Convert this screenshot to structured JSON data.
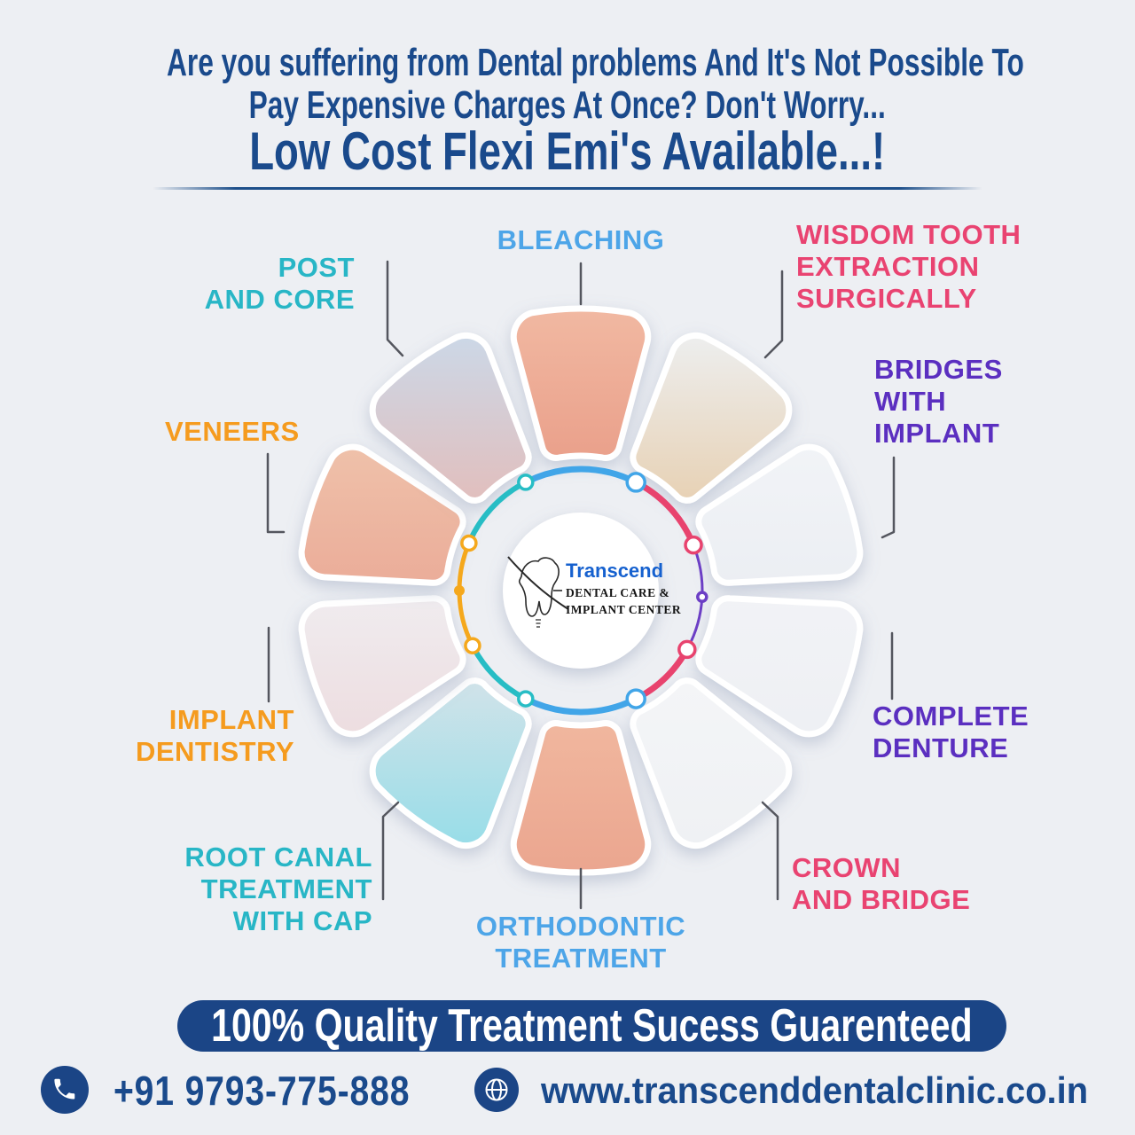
{
  "header": {
    "line1": "Are you suffering from Dental problems And It's Not Possible To",
    "line2": "Pay Expensive Charges At Once? Don't Worry...",
    "headline": "Low Cost Flexi Emi's Available...!",
    "text_color": "#1a4a8c"
  },
  "logo": {
    "name": "Transcend",
    "sub1": "DENTAL CARE &",
    "sub2": "IMPLANT CENTER",
    "name_color": "#1661cf",
    "sub_color": "#141414"
  },
  "services": [
    {
      "id": "bleaching",
      "label": "BLEACHING",
      "color": "#4da5e8"
    },
    {
      "id": "wisdom-extraction",
      "label": "WISDOM TOOTH\nEXTRACTION\nSURGICALLY",
      "color": "#e94371"
    },
    {
      "id": "bridges-implant",
      "label": "BRIDGES\nWITH\nIMPLANT",
      "color": "#5b2fc0"
    },
    {
      "id": "complete-denture",
      "label": "COMPLETE\nDENTURE",
      "color": "#5b2fc0"
    },
    {
      "id": "crown-bridge",
      "label": "CROWN\nAND BRIDGE",
      "color": "#e94371"
    },
    {
      "id": "orthodontic",
      "label": "ORTHODONTIC\nTREATMENT",
      "color": "#4da5e8"
    },
    {
      "id": "root-canal",
      "label": "ROOT CANAL\nTREATMENT\nWITH CAP",
      "color": "#28b6c6"
    },
    {
      "id": "implant-dentistry",
      "label": "IMPLANT\nDENTISTRY",
      "color": "#f59b1e"
    },
    {
      "id": "veneers",
      "label": "VENEERS",
      "color": "#f59b1e"
    },
    {
      "id": "post-core",
      "label": "POST\nAND CORE",
      "color": "#28b6c6"
    }
  ],
  "ring_palette": {
    "blue": "#41a5e8",
    "pink": "#e8436e",
    "purple": "#6c3fc5",
    "teal": "#27bdc5",
    "orange": "#f5a81c"
  },
  "banner": {
    "text": "100% Quality Treatment Sucess Guarenteed",
    "bg": "#1b4586",
    "text_color": "#ffffff"
  },
  "contact": {
    "phone": "+91 9793-775-888",
    "website": "www.transcenddentalclinic.co.in",
    "icon_bg": "#1b4586",
    "text_color": "#1a4a8c"
  }
}
